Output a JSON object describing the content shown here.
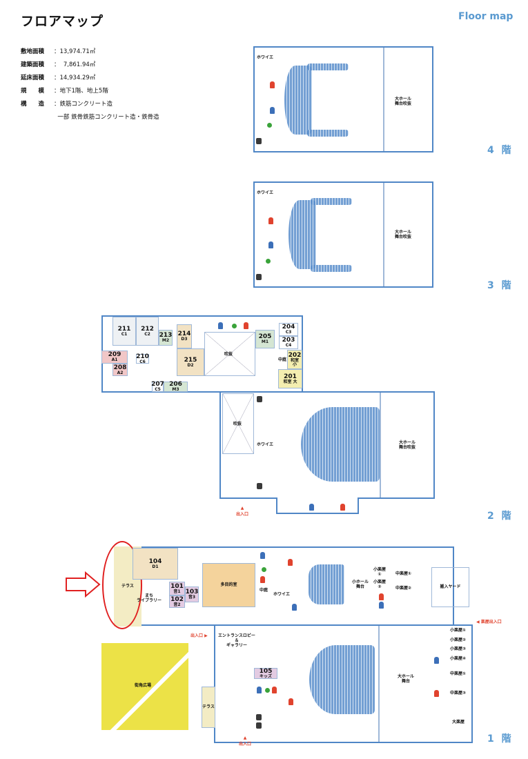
{
  "header": {
    "title": "フロアマップ",
    "subtitle": "Floor map"
  },
  "specs": [
    {
      "key": "敷地面積",
      "value": "：13,974.71㎡"
    },
    {
      "key": "建築面積",
      "value": "：  7,861.94㎡"
    },
    {
      "key": "延床面積",
      "value": "：14,934.29㎡"
    },
    {
      "key": "規　　模",
      "value": "：地下1階、地上5階"
    },
    {
      "key": "構　　造",
      "value": "：鉄筋コンクリート造"
    },
    {
      "key": "",
      "value": "  一部 鉄骨鉄筋コンクリート造・鉄骨造"
    }
  ],
  "floors": {
    "f4": {
      "label": "4 階",
      "foyer": "ホワイエ",
      "hall": "大ホール\n舞台吹抜"
    },
    "f3": {
      "label": "3 階",
      "foyer": "ホワイエ",
      "hall": "大ホール\n舞台吹抜"
    },
    "f2": {
      "label": "2 階",
      "foyer": "ホワイエ",
      "hall": "大ホール\n舞台吹抜",
      "void": "吹抜",
      "courtyard": "中庭",
      "entrance": "出入口",
      "rooms": [
        {
          "n": "211",
          "s": "C1"
        },
        {
          "n": "212",
          "s": "C2"
        },
        {
          "n": "213",
          "s": "M2"
        },
        {
          "n": "214",
          "s": "D3"
        },
        {
          "n": "215",
          "s": "D2"
        },
        {
          "n": "205",
          "s": "M1"
        },
        {
          "n": "204",
          "s": "C3"
        },
        {
          "n": "203",
          "s": "C4"
        },
        {
          "n": "202",
          "s": "和室 小"
        },
        {
          "n": "201",
          "s": "和室 大"
        },
        {
          "n": "209",
          "s": "A1"
        },
        {
          "n": "208",
          "s": "A2"
        },
        {
          "n": "210",
          "s": "C6"
        },
        {
          "n": "207",
          "s": "C5"
        },
        {
          "n": "206",
          "s": "M3"
        }
      ]
    },
    "f1": {
      "label": "1 階",
      "terrace": "テラス",
      "library": "まち\nライブラリー",
      "multipurpose": "多目的室",
      "courtyard": "中庭",
      "foyer": "ホワイエ",
      "small_stage": "小ホール\n舞台",
      "big_stage": "大ホール\n舞台",
      "loading": "搬入ヤード",
      "lobby": "エントランスロビー\n＆\nギャラリー",
      "plaza": "街角広場",
      "entrance": "出入口",
      "stage_entrance": "楽屋出入口",
      "rooms": [
        {
          "n": "104",
          "s": "D1"
        },
        {
          "n": "101",
          "s": "音1"
        },
        {
          "n": "102",
          "s": "音2"
        },
        {
          "n": "103",
          "s": "音3"
        },
        {
          "n": "105",
          "s": "キッズ"
        }
      ],
      "dressing": [
        "小楽屋\n①",
        "小楽屋\n②",
        "中楽屋①",
        "中楽屋②",
        "小楽屋①",
        "小楽屋②",
        "小楽屋③",
        "小楽屋④",
        "中楽屋①",
        "中楽屋③",
        "大楽屋"
      ]
    }
  }
}
